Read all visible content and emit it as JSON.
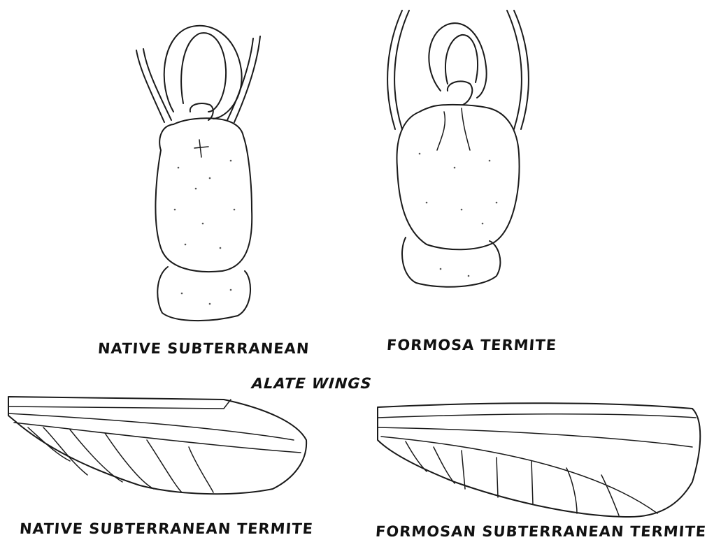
{
  "labels": {
    "native_head": "NATIVE SUBTERRANEAN",
    "formosa_head": "FORMOSA TERMITE",
    "alate_wings": "ALATE WINGS",
    "native_wing": "NATIVE SUBTERRANEAN TERMITE",
    "formosan_wing": "FORMOSAN SUBTERRANEAN TERMITE"
  },
  "colors": {
    "line": "#1a1a1a",
    "background": "#ffffff"
  }
}
